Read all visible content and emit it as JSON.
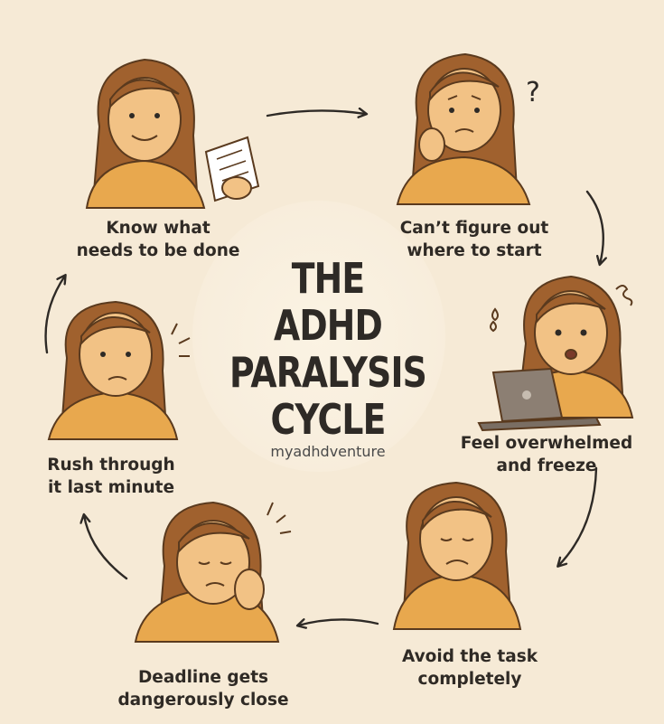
{
  "title": {
    "line1": "THE",
    "line2": "ADHD",
    "line3": "PARALYSIS",
    "line4": "CYCLE"
  },
  "brand": "myadhdventure",
  "steps": [
    {
      "line1": "Know what",
      "line2": "needs to be done"
    },
    {
      "line1": "Can’t figure out",
      "line2": "where to start"
    },
    {
      "line1": "Feel overwhelmed",
      "line2": "and freeze"
    },
    {
      "line1": "Avoid the task",
      "line2": "completely"
    },
    {
      "line1": "Deadline gets",
      "line2": "dangerously close"
    },
    {
      "line1": "Rush through",
      "line2": "it last minute"
    }
  ],
  "colors": {
    "background": "#f6ead6",
    "shirt": "#e8a84e",
    "hair": "#a0612e",
    "skin": "#f2c285",
    "ink": "#2e2a26",
    "laptop": "#8c7f73"
  },
  "icons": [
    "question-mark-icon",
    "sweat-drop-icon",
    "stress-lines-icon",
    "laptop-icon",
    "paper-note-icon"
  ]
}
